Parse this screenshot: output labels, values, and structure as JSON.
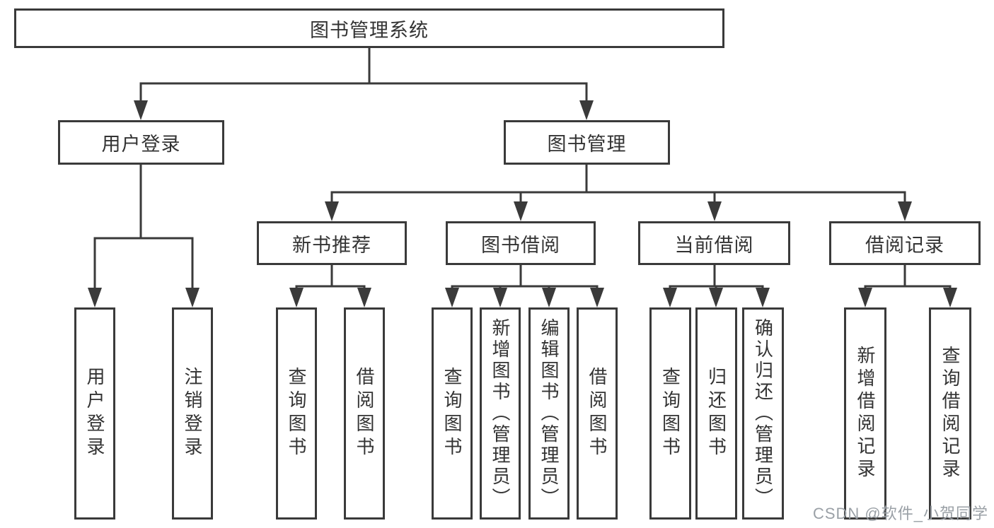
{
  "colors": {
    "line": "#3a3a3a",
    "text": "#333333",
    "watermark": "#9aa0a6"
  },
  "tree": {
    "label": "图书管理系统",
    "children": [
      {
        "label": "用户登录",
        "children": [
          {
            "label": "用户登录"
          },
          {
            "label": "注销登录"
          }
        ]
      },
      {
        "label": "图书管理",
        "children": [
          {
            "label": "新书推荐",
            "children": [
              {
                "label": "查询图书"
              },
              {
                "label": "借阅图书"
              }
            ]
          },
          {
            "label": "图书借阅",
            "children": [
              {
                "label": "查询图书"
              },
              {
                "label": "新增图书（管理员）"
              },
              {
                "label": "编辑图书（管理员）"
              },
              {
                "label": "借阅图书"
              }
            ]
          },
          {
            "label": "当前借阅",
            "children": [
              {
                "label": "查询图书"
              },
              {
                "label": "归还图书"
              },
              {
                "label": "确认归还（管理员）"
              }
            ]
          },
          {
            "label": "借阅记录",
            "children": [
              {
                "label": "新增借阅记录"
              },
              {
                "label": "查询借阅记录"
              }
            ]
          }
        ]
      }
    ]
  },
  "watermark": {
    "text": "CSDN @软件_小贺同学"
  }
}
